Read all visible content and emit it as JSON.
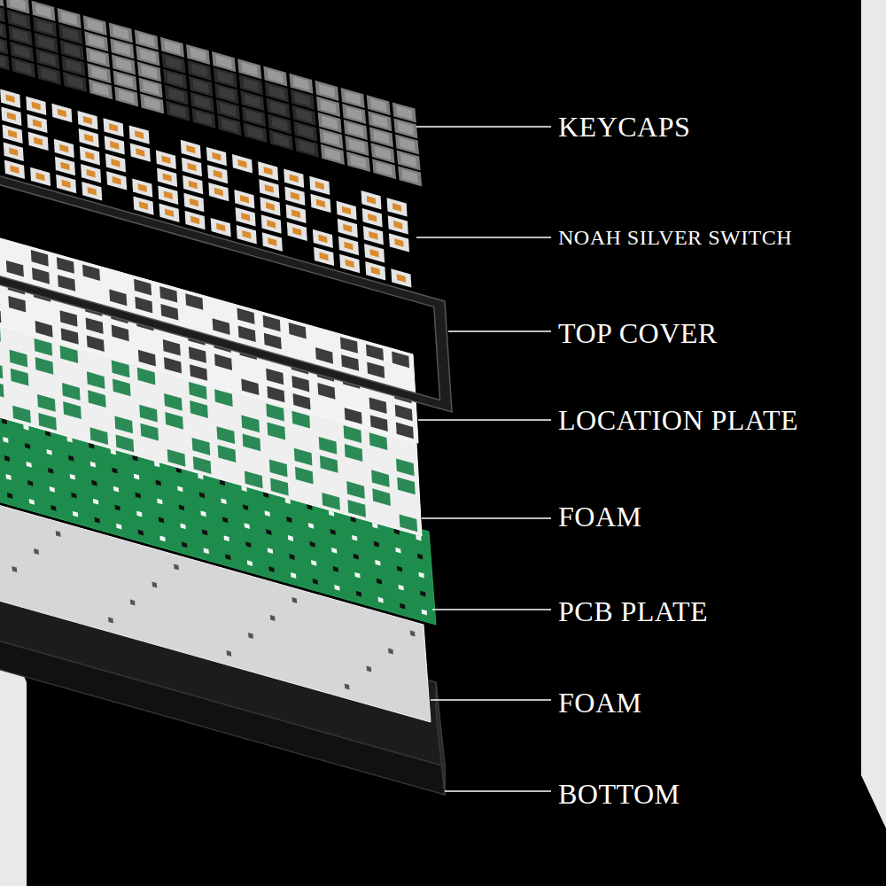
{
  "diagram": {
    "labels": [
      "KEYCAPS",
      "NOAH SILVER SWITCH",
      "TOP COVER",
      "LOCATION PLATE",
      "FOAM",
      "PCB PLATE",
      "FOAM",
      "BOTTOM"
    ]
  }
}
